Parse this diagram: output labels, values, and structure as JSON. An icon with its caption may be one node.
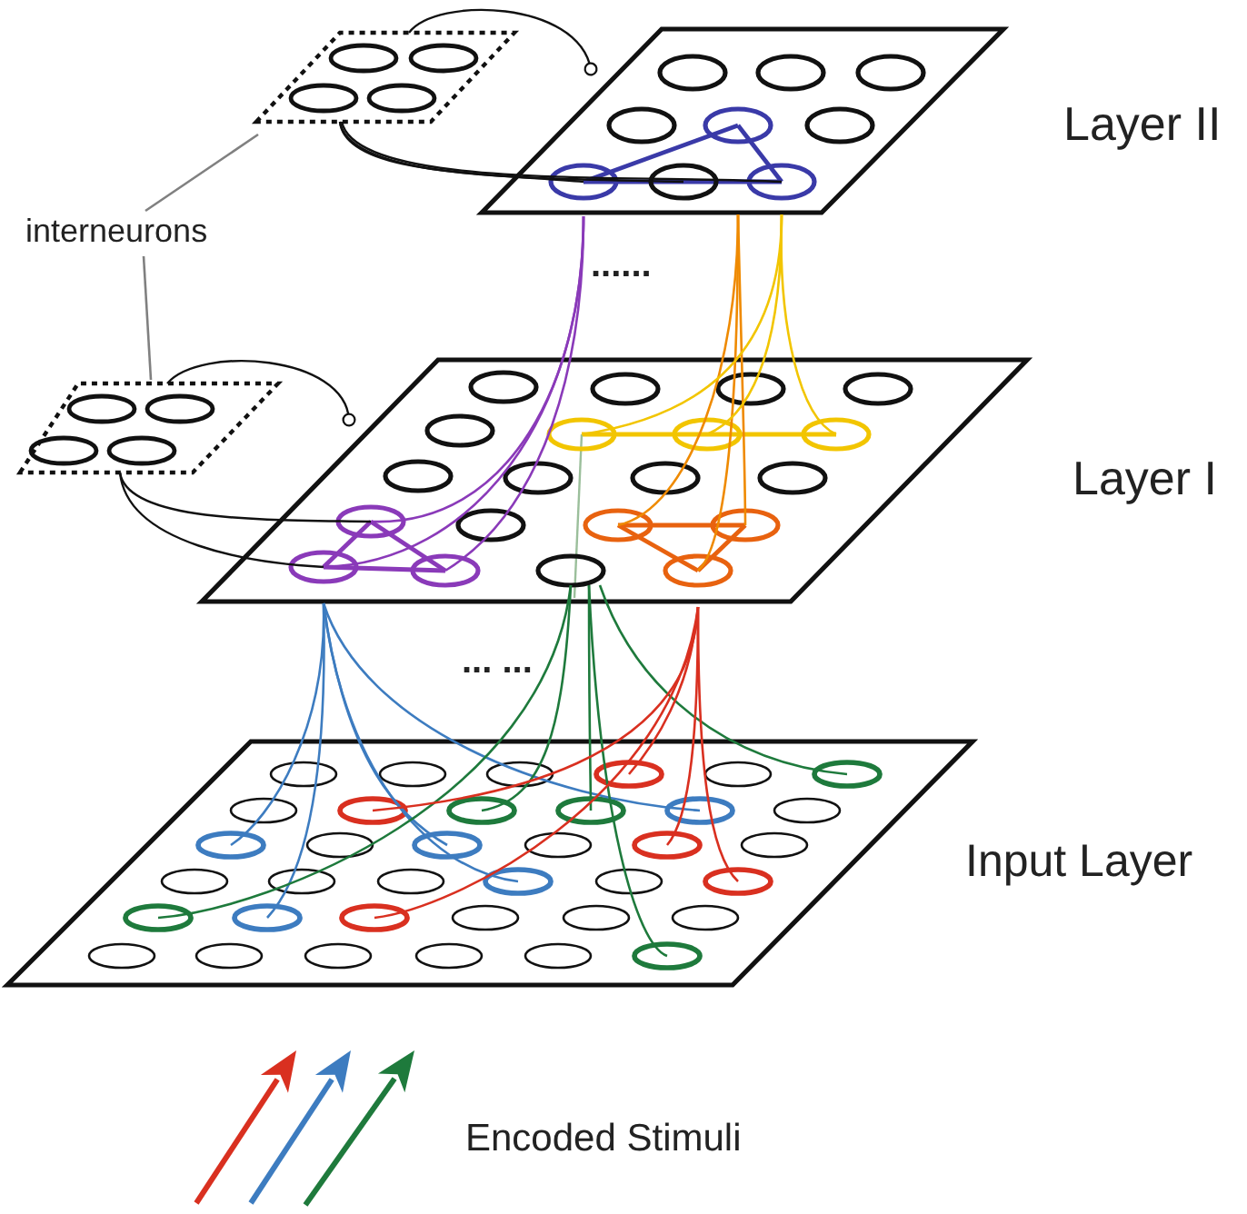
{
  "diagram": {
    "nodes": [
      {
        "text": [
          "Layer II"
        ]
      },
      {
        "text": [],
        "shape": "box"
      },
      {
        "text": [
          "Layer I"
        ]
      },
      {
        "text": [],
        "shape": "box"
      },
      {
        "text": [
          "Input Layer"
        ]
      },
      {
        "text": [
          "interneurons"
        ]
      }
    ],
    "edges": [
      {
        "from": 5,
        "to": 1,
        "arrow": "none",
        "color": "#808080"
      },
      {
        "from": 5,
        "to": 3,
        "arrow": "none",
        "color": "#808080"
      },
      {
        "from": 1,
        "to": 0,
        "arrow": "other"
      },
      {
        "from": 1,
        "to": 0,
        "arrow": "none"
      },
      {
        "from": 1,
        "to": 0,
        "arrow": "none"
      },
      {
        "from": 1,
        "to": 0,
        "arrow": "none"
      },
      {
        "from": 3,
        "to": 2,
        "arrow": "other"
      },
      {
        "from": 3,
        "to": 2,
        "arrow": "none"
      },
      {
        "from": 3,
        "to": 2,
        "arrow": "none"
      },
      {
        "from": 0,
        "to": 2,
        "arrow": "none",
        "color": "#8a3ab9"
      },
      {
        "from": 0,
        "to": 2,
        "arrow": "none",
        "color": "#8a3ab9"
      },
      {
        "from": 0,
        "to": 2,
        "arrow": "none",
        "color": "#8a3ab9"
      },
      {
        "from": 0,
        "to": 2,
        "arrow": "none",
        "color": "#ef8a00"
      },
      {
        "from": 0,
        "to": 2,
        "arrow": "none",
        "color": "#ef8a00"
      },
      {
        "from": 0,
        "to": 2,
        "arrow": "none",
        "color": "#ef8a00"
      },
      {
        "from": 0,
        "to": 2,
        "arrow": "none",
        "color": "#f2c500"
      },
      {
        "from": 0,
        "to": 2,
        "arrow": "none",
        "color": "#f2c500"
      },
      {
        "from": 0,
        "to": 2,
        "arrow": "none",
        "color": "#f2c500"
      },
      {
        "from": 2,
        "to": 4,
        "arrow": "none",
        "color": "#3d7cc0"
      },
      {
        "from": 2,
        "to": 4,
        "arrow": "none",
        "color": "#3d7cc0"
      },
      {
        "from": 2,
        "to": 4,
        "arrow": "none",
        "color": "#3d7cc0"
      },
      {
        "from": 2,
        "to": 4,
        "arrow": "none",
        "color": "#3d7cc0"
      },
      {
        "from": 2,
        "to": 4,
        "arrow": "none",
        "color": "#3d7cc0"
      },
      {
        "from": 2,
        "to": 4,
        "arrow": "none",
        "color": "#1e7a3c"
      },
      {
        "from": 2,
        "to": 4,
        "arrow": "none",
        "color": "#1e7a3c"
      },
      {
        "from": 2,
        "to": 4,
        "arrow": "none",
        "color": "#1e7a3c"
      },
      {
        "from": 2,
        "to": 4,
        "arrow": "none",
        "color": "#1e7a3c"
      },
      {
        "from": 2,
        "to": 4,
        "arrow": "none",
        "color": "#1e7a3c"
      },
      {
        "from": 2,
        "to": 4,
        "arrow": "none",
        "color": "#d93020"
      },
      {
        "from": 2,
        "to": 4,
        "arrow": "none",
        "color": "#d93020"
      },
      {
        "from": 2,
        "to": 4,
        "arrow": "none",
        "color": "#d93020"
      },
      {
        "from": 2,
        "to": 4,
        "arrow": "none",
        "color": "#d93020"
      },
      {
        "from": 2,
        "to": 4,
        "arrow": "none",
        "color": "#d93020"
      }
    ],
    "labels": [
      "......",
      "... ...",
      "Encoded Stimuli"
    ]
  }
}
